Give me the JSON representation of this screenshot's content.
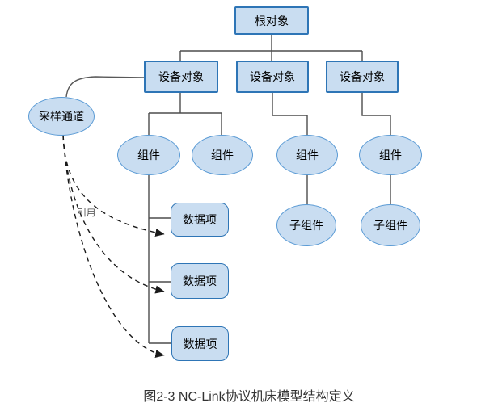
{
  "diagram": {
    "caption": "图2-3 NC-Link协议机床模型结构定义",
    "reference_label": "引用",
    "nodes": {
      "root": "根对象",
      "device_1": "设备对象",
      "device_2": "设备对象",
      "device_3": "设备对象",
      "sampling_channel": "采样通道",
      "component_1": "组件",
      "component_2": "组件",
      "component_3": "组件",
      "component_4": "组件",
      "data_item_1": "数据项",
      "data_item_2": "数据项",
      "data_item_3": "数据项",
      "subcomponent_1": "子组件",
      "subcomponent_2": "子组件"
    },
    "colors": {
      "node_fill": "#c9ddf1",
      "rect_border": "#2e75b6",
      "ellipse_border": "#5b9bd5",
      "connector": "#4d4d4d",
      "reference_line": "#1a1a1a"
    }
  }
}
